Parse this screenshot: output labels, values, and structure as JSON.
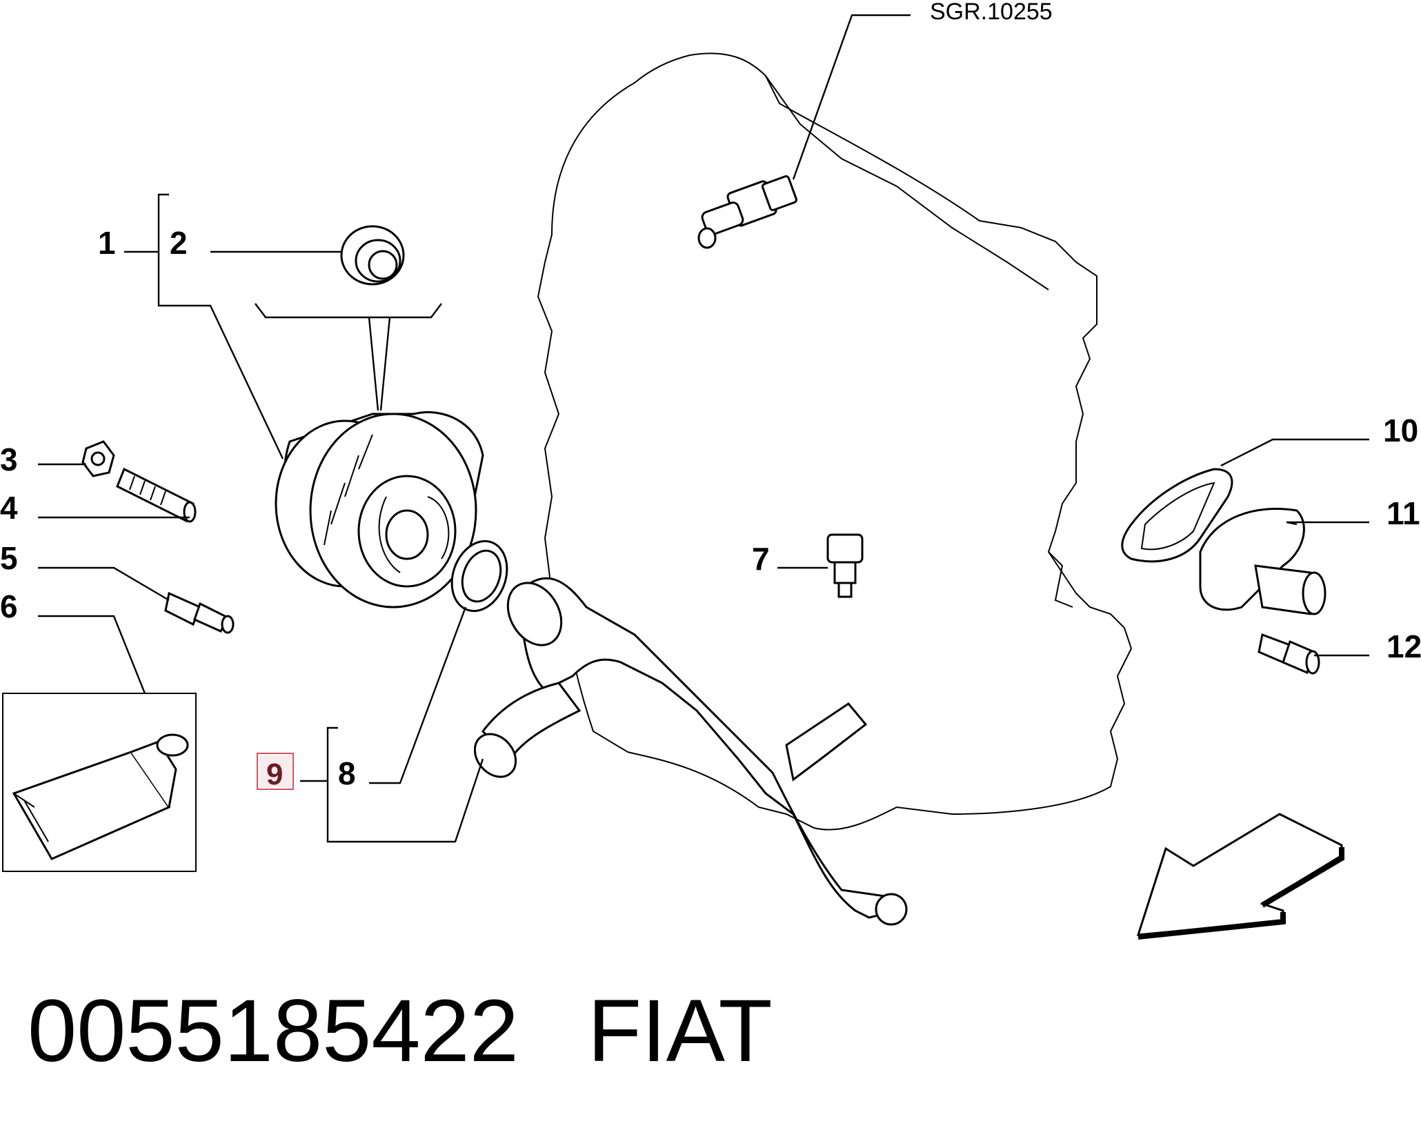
{
  "reference_code": "SGR.10255",
  "callouts": {
    "c1": "1",
    "c2": "2",
    "c3": "3",
    "c4": "4",
    "c5": "5",
    "c6": "6",
    "c7": "7",
    "c8": "8",
    "c9": "9",
    "c10": "10",
    "c11": "11",
    "c12": "12"
  },
  "highlighted_callout": "9",
  "highlight_color": "#e8b4b8",
  "footer": {
    "part_number": "0055185422",
    "brand": "FIAT"
  },
  "icons": {
    "direction_arrow": "direction-arrow-icon"
  }
}
